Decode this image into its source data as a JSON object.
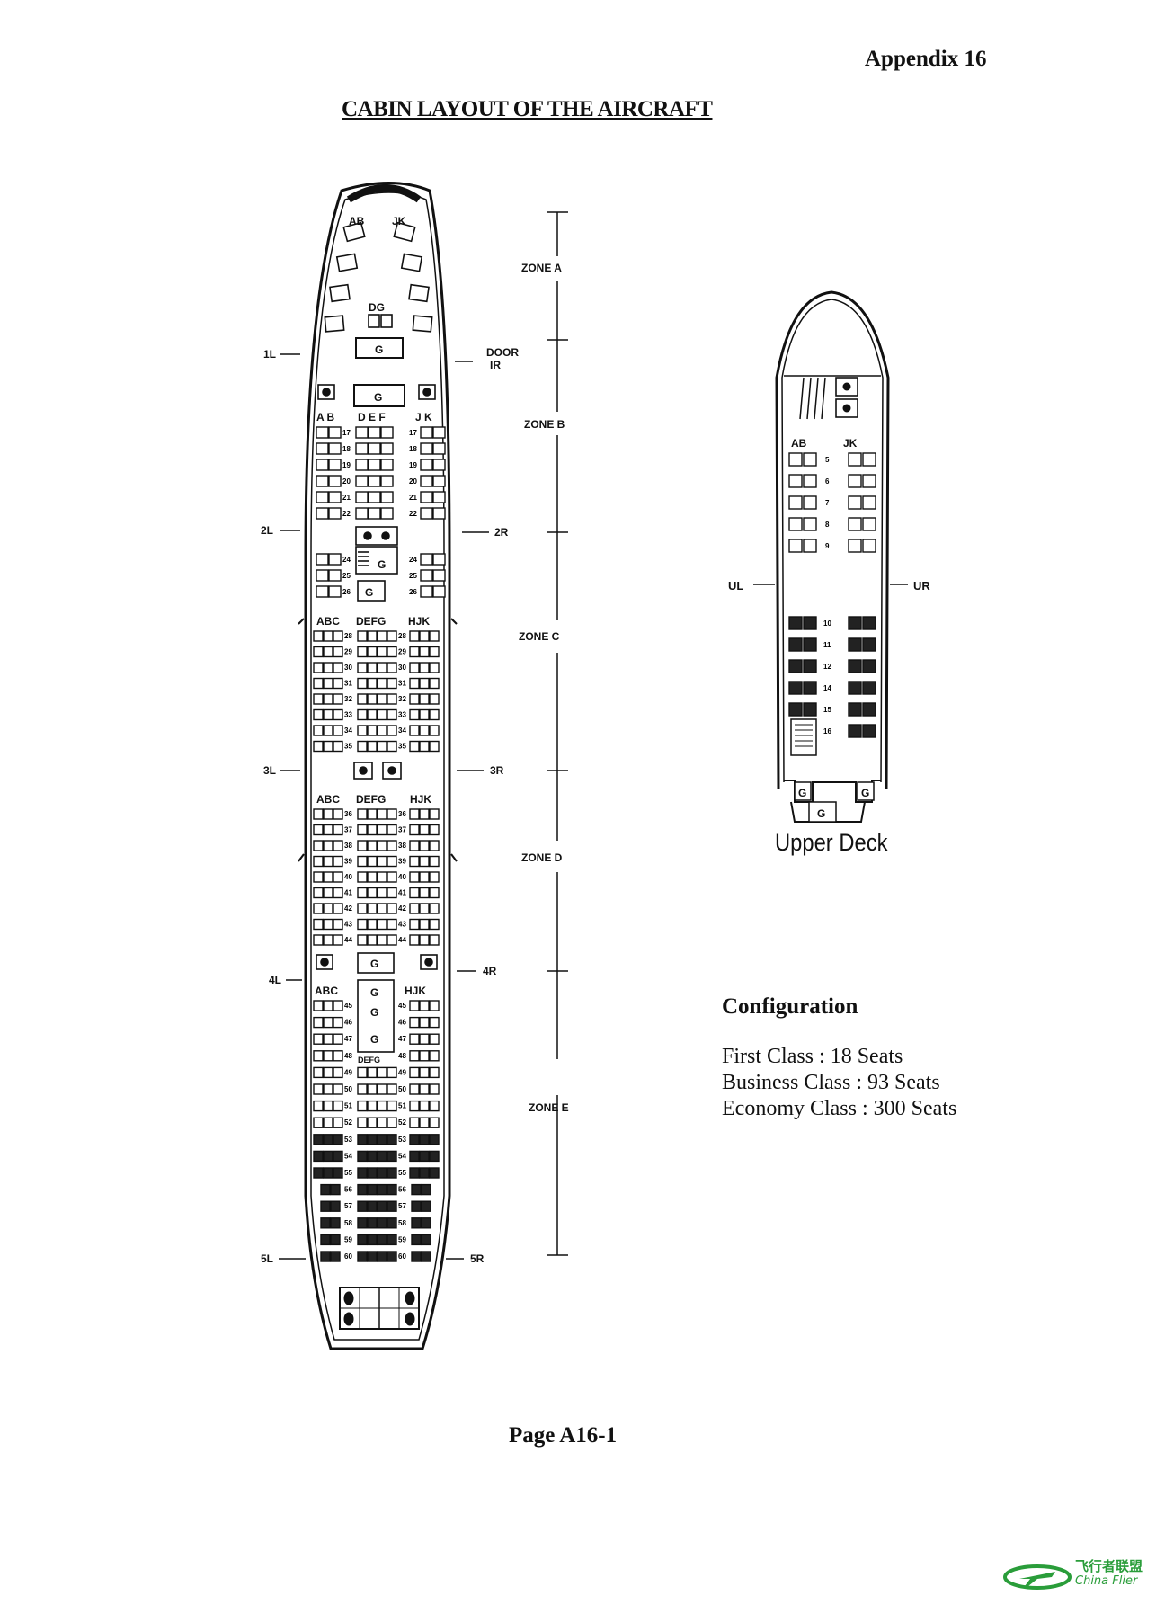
{
  "header": {
    "appendix": "Appendix 16",
    "title": "CABIN LAYOUT OF THE  AIRCRAFT"
  },
  "main_deck": {
    "doors_left": [
      "1L",
      "2L",
      "3L",
      "4L",
      "5L"
    ],
    "doors_right": [
      "DOOR\nIR",
      "2R",
      "3R",
      "4R",
      "5R"
    ],
    "door_1r_line1": "DOOR",
    "door_1r_line2": "IR",
    "zones": [
      "ZONE A",
      "ZONE B",
      "ZONE C",
      "ZONE D",
      "ZONE E"
    ],
    "first_seat_labels": {
      "left": "AB",
      "right": "JK",
      "center": "DG"
    },
    "business_upper_labels": {
      "left": "A B",
      "center": "D E F",
      "right": "J K"
    },
    "business_upper_rows_a": [
      "17",
      "18",
      "19",
      "20",
      "21",
      "22"
    ],
    "business_upper_rows_b": [
      "24",
      "25",
      "26"
    ],
    "zone_c_labels": {
      "left": "ABC",
      "center": "DEFG",
      "right": "HJK"
    },
    "zone_c_rows": [
      "28",
      "29",
      "30",
      "31",
      "32",
      "33",
      "34",
      "35"
    ],
    "zone_d_labels": {
      "left": "ABC",
      "center": "DEFG",
      "right": "HJK"
    },
    "zone_d_rows": [
      "36",
      "37",
      "38",
      "39",
      "40",
      "41",
      "42",
      "43",
      "44"
    ],
    "zone_e_labels": {
      "left": "ABC",
      "center": "DEFG",
      "right": "HJK"
    },
    "zone_e_rows": [
      "45",
      "46",
      "47",
      "48",
      "49",
      "50",
      "51",
      "52",
      "53",
      "54",
      "55",
      "56",
      "57",
      "58",
      "59",
      "60"
    ],
    "galley": "G"
  },
  "upper_deck": {
    "title": "Upper Deck",
    "doors": {
      "left": "UL",
      "right": "UR"
    },
    "seat_labels": {
      "left": "AB",
      "right": "JK"
    },
    "rows_a": [
      "5",
      "6",
      "7",
      "8",
      "9"
    ],
    "rows_b": [
      "10",
      "11",
      "12",
      "14",
      "15",
      "16"
    ],
    "galley": "G"
  },
  "configuration": {
    "heading": "Configuration",
    "lines": [
      "First Class : 18 Seats",
      "Business Class : 93 Seats",
      "Economy Class : 300 Seats"
    ]
  },
  "footer": {
    "page": "Page A16-1"
  },
  "watermark": {
    "cn": "飞行者联盟",
    "en": "China Flier",
    "color": "#2a9d3a"
  }
}
